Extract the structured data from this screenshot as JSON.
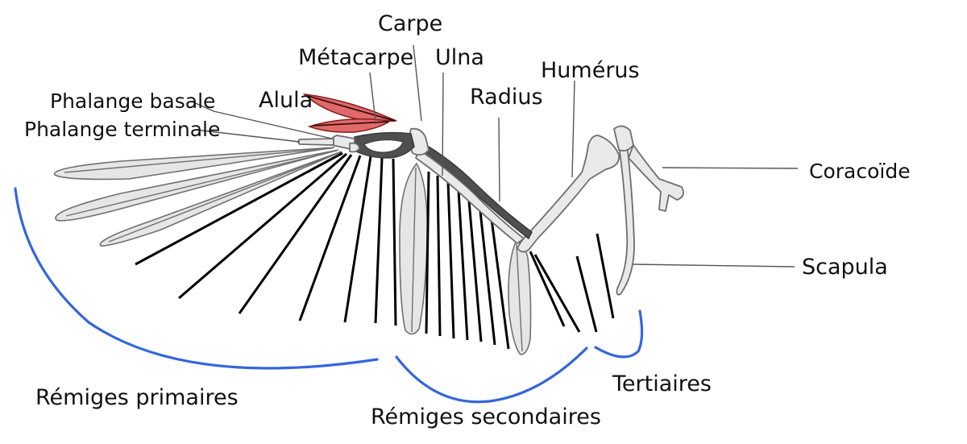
{
  "labels": {
    "carpe": "Carpe",
    "metacarpe": "Métacarpe",
    "ulna": "Ulna",
    "humerus": "Humérus",
    "radius": "Radius",
    "alula": "Alula",
    "phalange_basale": "Phalange basale",
    "phalange_terminale": "Phalange terminale",
    "coracoide": "Coracoïde",
    "scapula": "Scapula",
    "remiges_primaires": "Rémiges primaires",
    "remiges_secondaires": "Rémiges secondaires",
    "tertiaires": "Tertiaires"
  },
  "colors": {
    "alula_label": "#dd2222",
    "alula_fill": "#e06a6a",
    "bracket": "#3366dd",
    "bone_fill": "#e9e9e9",
    "bone_dark": "#4f4f4f",
    "feather_fill": "#e6e6e6",
    "text": "#111111"
  }
}
